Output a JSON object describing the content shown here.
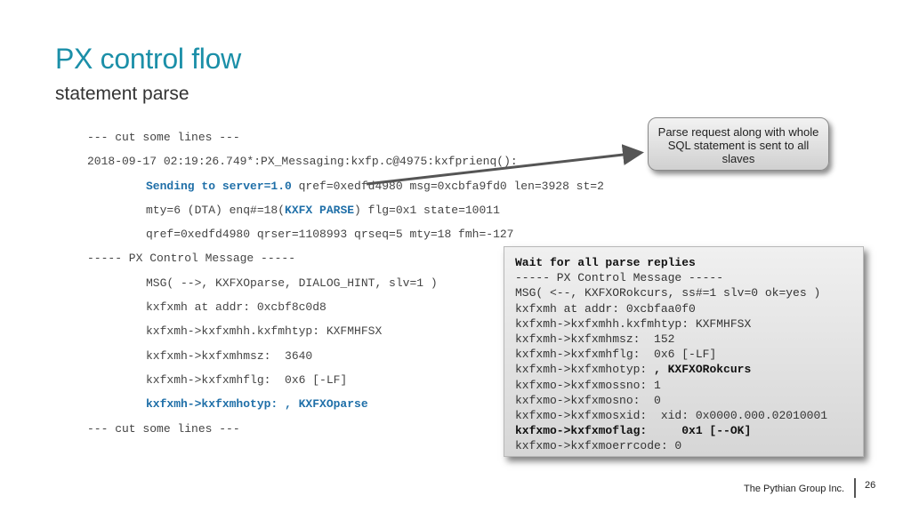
{
  "slide": {
    "title": "PX control flow",
    "subtitle": "statement parse"
  },
  "code_lines": {
    "l0": "--- cut some lines ---",
    "l1": "2018-09-17 02:19:26.749*:PX_Messaging:kxfp.c@4975:kxfprienq():",
    "l2_hl": "Sending to server=1.0",
    "l2_rest": " qref=0xedfd4980 msg=0xcbfa9fd0 len=3928 st=2",
    "l3_pre": "mty=6 (DTA) enq#=18(",
    "l3_hl": "KXFX PARSE",
    "l3_post": ") flg=0x1 state=10011",
    "l4": "qref=0xedfd4980 qrser=1108993 qrseq=5 mty=18 fmh=-127",
    "l5": "----- PX Control Message -----",
    "l6": "MSG( -->, KXFXOparse, DIALOG_HINT, slv=1 )",
    "l7": "kxfxmh at addr: 0xcbf8c0d8",
    "l8": "kxfxmh->kxfxmhh.kxfmhtyp: KXFMHFSX",
    "l9": "kxfxmh->kxfxmhmsz:  3640",
    "l10": "kxfxmh->kxfxmhflg:  0x6 [-LF]",
    "l11_hl": "kxfxmh->kxfxmhotyp: , KXFXOparse",
    "l12": "--- cut some lines ---"
  },
  "callout": {
    "text": "Parse request along with whole SQL statement is sent to all slaves"
  },
  "reply_panel": {
    "l0": "Wait for all parse replies",
    "l1": "----- PX Control Message -----",
    "l2": "MSG( <--, KXFXORokcurs, ss#=1 slv=0 ok=yes )",
    "l3": "kxfxmh at addr: 0xcbfaa0f0",
    "l4": "kxfxmh->kxfxmhh.kxfmhtyp: KXFMHFSX",
    "l5": "kxfxmh->kxfxmhmsz:  152",
    "l6": "kxfxmh->kxfxmhflg:  0x6 [-LF]",
    "l7_pre": "kxfxmh->kxfxmhotyp: ",
    "l7_bold": ", KXFXORokcurs",
    "l8": "kxfxmo->kxfxmossno: 1",
    "l9": "kxfxmo->kxfxmosno:  0",
    "l10": "kxfxmo->kxfxmosxid:  xid: 0x0000.000.02010001",
    "l11": "kxfxmo->kxfxmoflag:     0x1 [--OK]",
    "l12": "kxfxmo->kxfxmoerrcode: 0"
  },
  "footer": {
    "company": "The Pythian Group Inc.",
    "page": "26"
  },
  "colors": {
    "title": "#1b8fa8",
    "highlight": "#1f6fa8",
    "arrow": "#555555"
  }
}
